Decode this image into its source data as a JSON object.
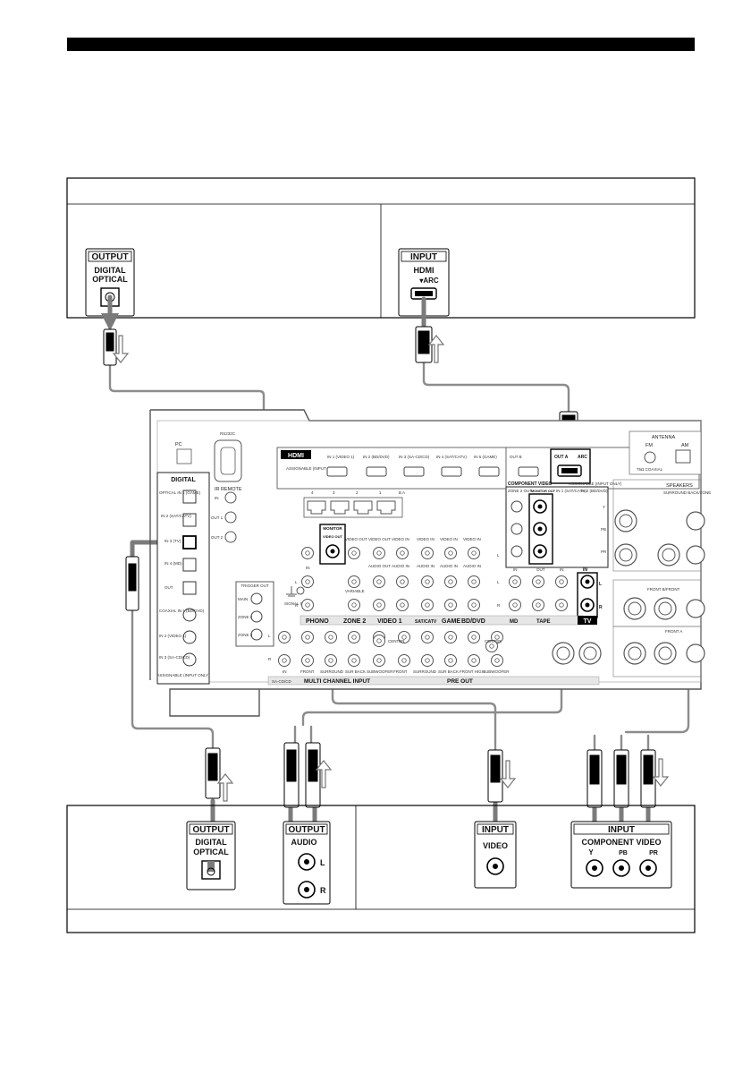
{
  "top_box": {
    "optical_label": "OUTPUT",
    "optical_sub1": "DIGITAL",
    "optical_sub2": "OPTICAL",
    "hdmi_label": "INPUT",
    "hdmi_sub1": "HDMI",
    "hdmi_sub2": "▾ARC"
  },
  "bottom_box": {
    "optical_label": "OUTPUT",
    "optical_sub1": "DIGITAL",
    "optical_sub2": "OPTICAL",
    "audio_label": "OUTPUT",
    "audio_sub": "AUDIO",
    "audio_l": "L",
    "audio_r": "R",
    "video_label": "INPUT",
    "video_sub": "VIDEO",
    "comp_label": "INPUT",
    "comp_sub": "COMPONENT VIDEO",
    "comp_y": "Y",
    "comp_pb": "PB",
    "comp_pr": "PR"
  },
  "receiver": {
    "hdmi_title": "HDMI",
    "hdmi_assign": "ASSIGNABLE (INPUT ONLY)",
    "hdmi_inputs": [
      "IN 1 (VIDEO 1)",
      "IN 2 (BD/DVD)",
      "IN 3 (SA-CD/CD)",
      "IN 4 (SAT/CATV)",
      "IN 5 (GAME)"
    ],
    "hdmi_out_b": "OUT B",
    "hdmi_out_a": "OUT A",
    "hdmi_arc": "ARC",
    "digital_title": "DIGITAL",
    "digital_inputs": [
      "OPTICAL IN 1 (GAME)",
      "IN 2 (SAT/CATV)",
      "IN 3 (TV)",
      "IN 4 (MD)",
      "OUT",
      "COAXIAL IN 1 (BD/DVD)",
      "IN 2 (VIDEO 1)",
      "IN 3 (SA-CD/CD)"
    ],
    "digital_assign": "ASSIGNABLE (INPUT ONLY)",
    "ir_remote": "IR REMOTE",
    "ir_ports": [
      "IN",
      "OUT 1",
      "OUT 2"
    ],
    "rs232c": "RS232C",
    "pc": "PC",
    "trigger_out": "TRIGGER OUT",
    "trigger_ports": [
      "MAIN",
      "ZONE 2",
      "ZONE 3"
    ],
    "trigger_note": "12V 0.15A MAX (TOTAL)",
    "signal_gnd": "SIGNAL GND",
    "monitor": "MONITOR",
    "video_out": "VIDEO OUT",
    "component_video": "COMPONENT VIDEO",
    "assignable": "ASSIGNABLE (INPUT ONLY)",
    "comp_cols": [
      "ZONE 2 OUT",
      "MONITOR OUT",
      "IN 1 (SAT/CATV)",
      "IN 2 (BD/DVD)"
    ],
    "comp_rows": [
      "Y",
      "PB",
      "PR"
    ],
    "antenna": "ANTENNA",
    "fm": "FM",
    "am": "AM",
    "fm_coax": "75Ω COAXIAL",
    "speakers": "SPEAKERS",
    "surround_back": "SURROUND BACK/ZONE",
    "front_b": "FRONT B/FRONT",
    "front_a": "FRONT A",
    "group_labels": [
      "PHONO",
      "ZONE 2",
      "VIDEO 1",
      "SAT/CATV",
      "GAME",
      "BD/DVD",
      "MD",
      "TAPE",
      "TV"
    ],
    "jack_small": [
      "VIDEO OUT",
      "VIDEO OUT",
      "VIDEO IN",
      "VIDEO IN",
      "VIDEO IN",
      "VIDEO IN"
    ],
    "jack_audio": [
      "AUDIO OUT",
      "AUDIO IN",
      "AUDIO IN",
      "AUDIO IN",
      "AUDIO IN"
    ],
    "variable": "VARIABLE",
    "in": "IN",
    "out": "OUT",
    "bottom_labels": [
      "IN",
      "FRONT",
      "SURROUND",
      "SUR BACK",
      "SUBWOOFER",
      "FRONT",
      "SURROUND",
      "SUR BACK",
      "FRONT HIGH",
      "SUBWOOFER"
    ],
    "center": "CENTER",
    "sacd": "SA-CD/CD",
    "multi_channel_input": "MULTI CHANNEL INPUT",
    "pre_out": "PRE OUT",
    "l": "L",
    "r": "R",
    "rj_labels": [
      "4",
      "3",
      "2",
      "1"
    ],
    "rj_side": "B  A"
  }
}
